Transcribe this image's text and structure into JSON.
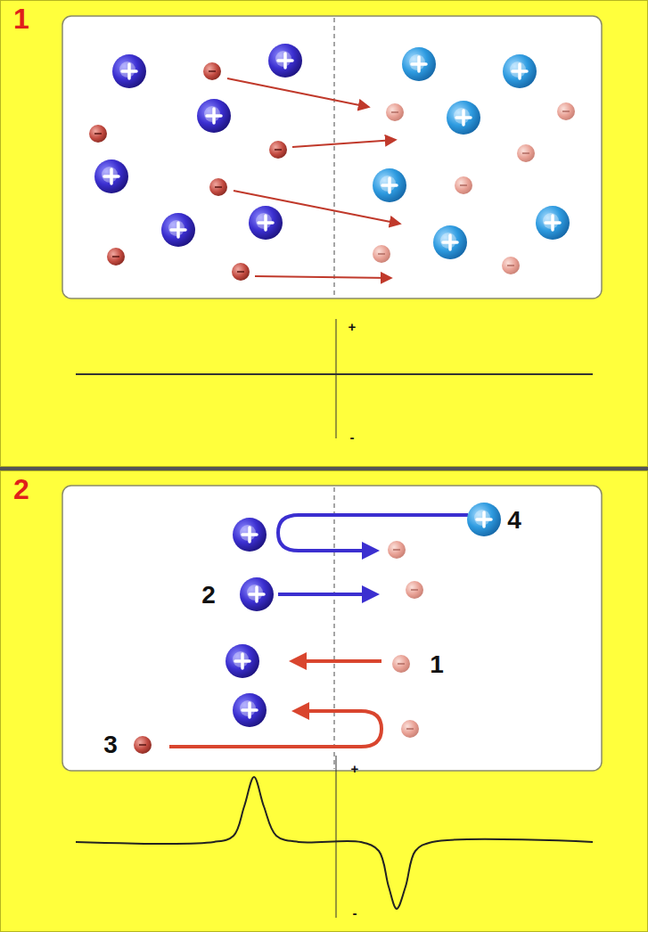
{
  "diagram": {
    "nodes": [
      {
        "text": [
          "1"
        ]
      },
      {
        "text": [
          "2"
        ]
      }
    ],
    "labels": [
      "+",
      "-",
      "4",
      "2",
      "1",
      "3",
      "+",
      "-"
    ]
  }
}
